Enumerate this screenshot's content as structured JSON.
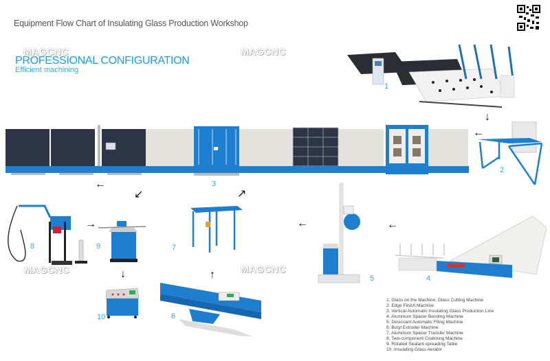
{
  "header": {
    "title": "Equipment Flow Chart of Insulating Glass Production Workshop",
    "hero_title": "PROFESSIONAL CONFIGURATION",
    "hero_subtitle": "Efficient machining"
  },
  "watermark": "MAGCNC",
  "qr_code": "qr-code",
  "colors": {
    "accent": "#1a9fd6",
    "machine_blue": "#1e7fd0",
    "glass_dark": "#2d3445",
    "text": "#555555"
  },
  "machines": [
    {
      "number": "1",
      "name": "Glass on the Machine, Glass Cutting Machine"
    },
    {
      "number": "2",
      "name": "Edge Finish Machine"
    },
    {
      "number": "3",
      "name": "Vertical Automatic Insulating Glass Production Line"
    },
    {
      "number": "4",
      "name": "Aluminum Spacer Bending Machine"
    },
    {
      "number": "5",
      "name": "Desiccant Automatic Filing Machine"
    },
    {
      "number": "6",
      "name": "Butyl Extruder Machine"
    },
    {
      "number": "7",
      "name": "Aluminum Spacer Transfer Machine"
    },
    {
      "number": "8",
      "name": "Two-component Coatming Machine"
    },
    {
      "number": "9",
      "name": "Rotated Sealant-spreading Table"
    },
    {
      "number": "10",
      "name": "Insulating Glass Aerator"
    }
  ],
  "legend": [
    "1. Glass on the Machine, Glass Cutting Machine",
    "2. Edge Finish Machine",
    "3. Vertical Automatic Insulating Glass Production Line",
    "4. Aluminum Spacer Bending Machine",
    "5. Desiccant Automatic Filing Machine",
    "6. Butyl Extruder Machine",
    "7. Aluminum Spacer Transfer Machine",
    "8. Two-component Coatming Machine",
    "9. Rotated Sealant-spreading Table",
    "10. Insulating Glass Aerator"
  ],
  "arrows": {
    "down": "↓",
    "left": "←",
    "right": "→",
    "up": "↑",
    "up_right": "↗",
    "down_left": "↙"
  },
  "flow": [
    "1",
    "2",
    "3",
    "4",
    "5",
    "6",
    "7",
    "8",
    "9",
    "10"
  ]
}
